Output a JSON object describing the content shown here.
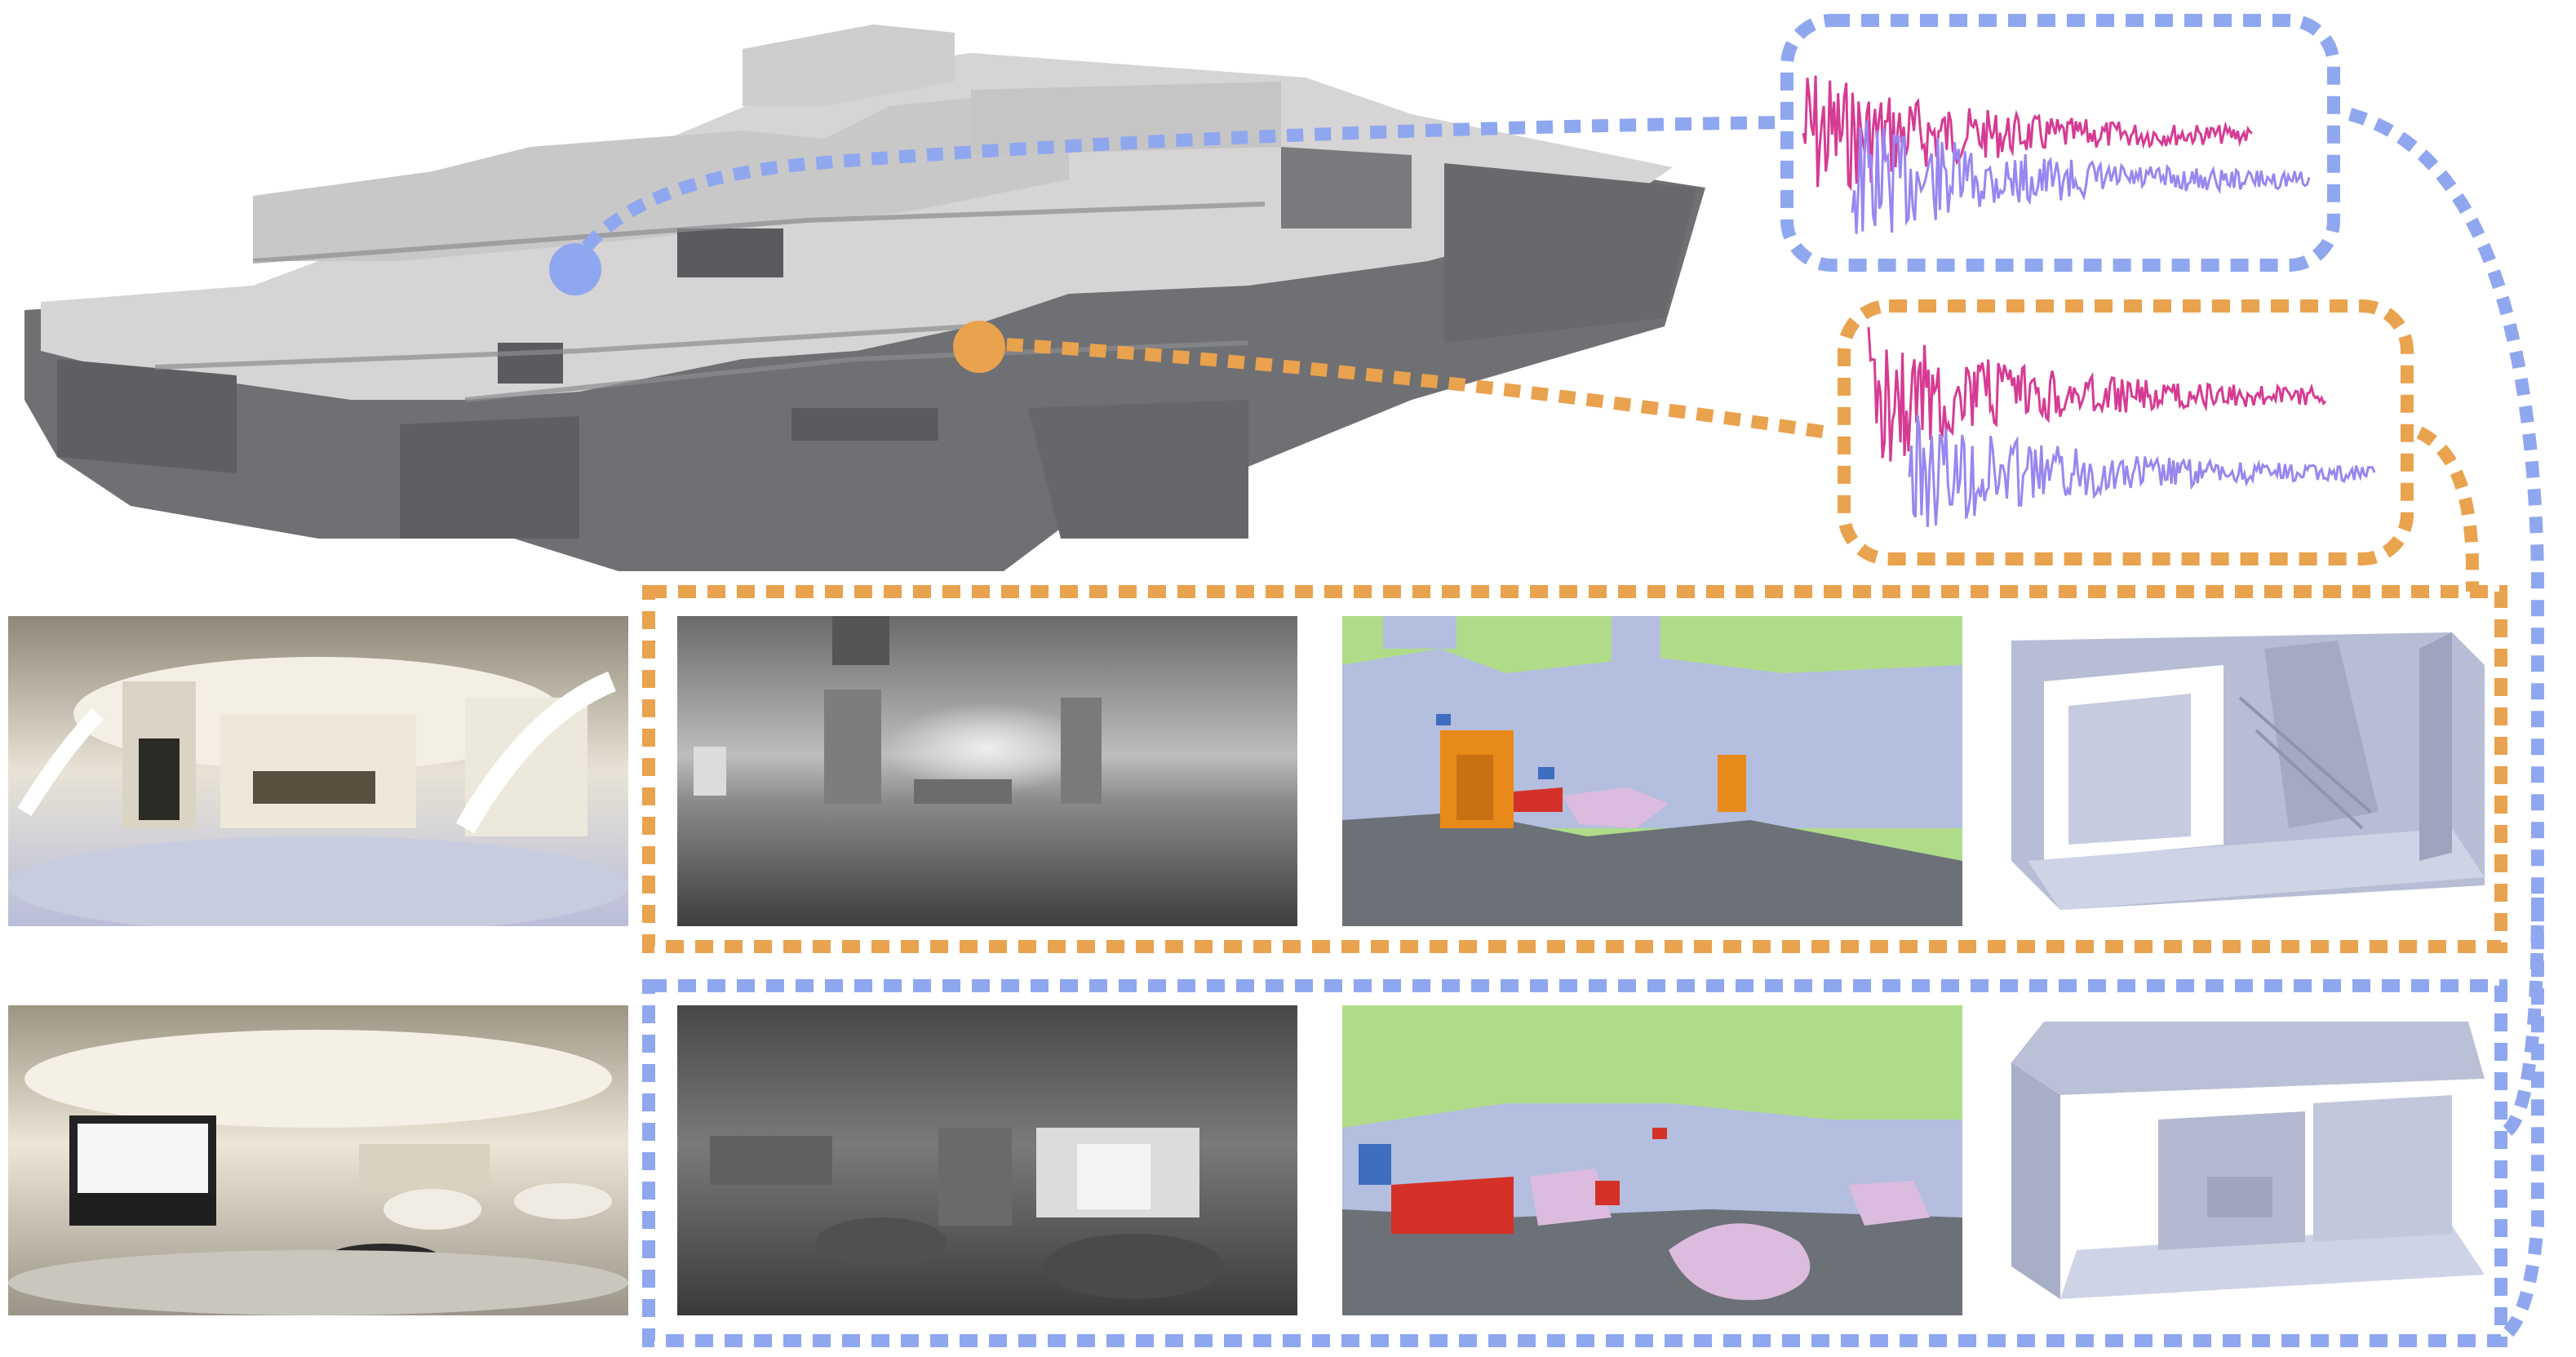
{
  "colors": {
    "blue_marker": "#8fa7ee",
    "orange_marker": "#e9a24e",
    "waveform_top": "#d63b93",
    "waveform_bottom": "#9a86f0",
    "mesh_light": "#d6d4d4",
    "mesh_shadow": "#6f7073",
    "seg_sky": "#b0dc8a",
    "seg_wall": "#b4bede",
    "seg_floor": "#6c7177",
    "seg_orange": "#e88a1a",
    "seg_red": "#d43228",
    "seg_pink": "#dcbcde",
    "seg_blue": "#3f6dc0"
  },
  "scene": {
    "mesh_icon": "3d-house-mesh",
    "markers": [
      {
        "id": "blue",
        "icon": "listener-position-marker"
      },
      {
        "id": "orange",
        "icon": "listener-position-marker"
      }
    ]
  },
  "rows": [
    {
      "id": "orange",
      "panels": [
        {
          "kind": "rgb-panorama",
          "icon": "panorama-photo"
        },
        {
          "kind": "depth-map",
          "icon": "depth-map"
        },
        {
          "kind": "semantic-segmentation",
          "icon": "segmentation-map"
        },
        {
          "kind": "local-3d-mesh",
          "icon": "room-mesh"
        }
      ]
    },
    {
      "id": "blue",
      "panels": [
        {
          "kind": "rgb-panorama",
          "icon": "panorama-photo"
        },
        {
          "kind": "depth-map",
          "icon": "depth-map"
        },
        {
          "kind": "semantic-segmentation",
          "icon": "segmentation-map"
        },
        {
          "kind": "local-3d-mesh",
          "icon": "room-mesh"
        }
      ]
    }
  ]
}
